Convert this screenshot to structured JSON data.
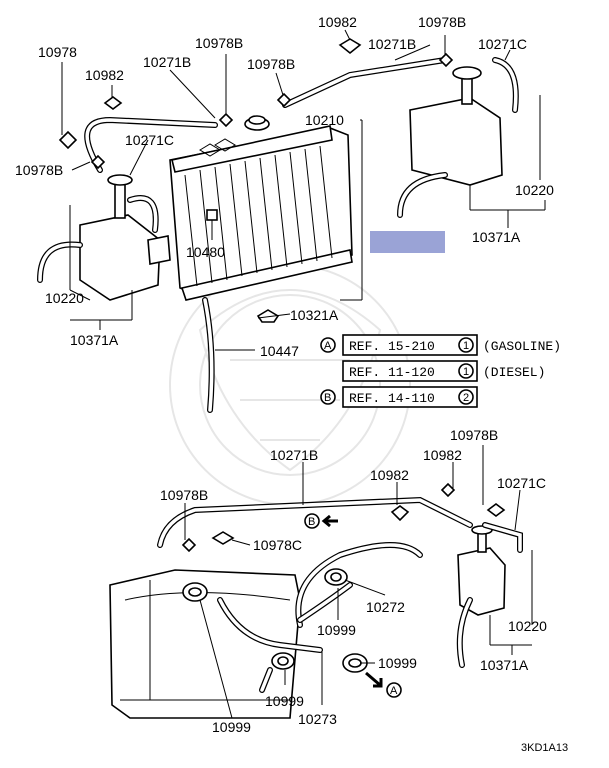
{
  "diagram_id": "3KD1A13",
  "redaction_color": "#9aa3d6",
  "labels": {
    "l_10978": "10978",
    "l_10982_a": "10982",
    "l_10271B_a": "10271B",
    "l_10978B_a": "10978B",
    "l_10978B_b": "10978B",
    "l_10271C_a": "10271C",
    "l_10978B_c": "10978B",
    "l_10220_a": "10220",
    "l_10371A_a": "10371A",
    "l_10480": "10480",
    "l_10982_b": "10982",
    "l_10978B_d": "10978B",
    "l_10271B_b": "10271B",
    "l_10271C_b": "10271C",
    "l_10210": "10210",
    "l_10220_b": "10220",
    "l_10371A_b": "10371A",
    "l_10321A": "10321A",
    "l_10447": "10447",
    "l_10271B_c": "10271B",
    "l_10982_c": "10982",
    "l_10982_d": "10982",
    "l_10978B_e": "10978B",
    "l_10271C_c": "10271C",
    "l_10978B_f": "10978B",
    "l_10978C": "10978C",
    "l_10272": "10272",
    "l_10999_a": "10999",
    "l_10999_b": "10999",
    "l_10220_c": "10220",
    "l_10371A_c": "10371A",
    "l_10999_c": "10999",
    "l_10273": "10273",
    "l_10999_d": "10999"
  },
  "references": [
    {
      "marker": "A",
      "ref": "REF. 15-210",
      "num": "1",
      "note": "(GASOLINE)"
    },
    {
      "marker": "",
      "ref": "REF. 11-120",
      "num": "1",
      "note": "(DIESEL)"
    },
    {
      "marker": "B",
      "ref": "REF. 14-110",
      "num": "2",
      "note": ""
    }
  ],
  "arrow_markers": {
    "b_upper": "B",
    "a_lower": "A"
  }
}
